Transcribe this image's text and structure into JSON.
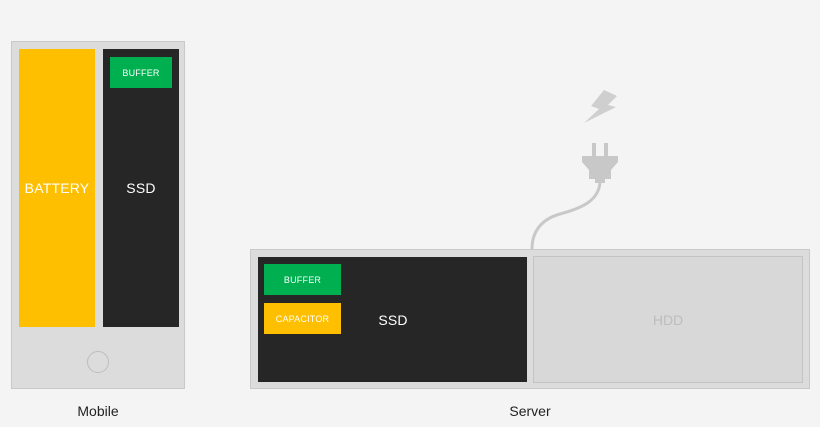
{
  "mobile": {
    "battery_label": "BATTERY",
    "ssd_label": "SSD",
    "buffer_label": "BUFFER",
    "caption": "Mobile"
  },
  "server": {
    "buffer_label": "BUFFER",
    "capacitor_label": "CAPACITOR",
    "ssd_label": "SSD",
    "hdd_label": "HDD",
    "caption": "Server"
  },
  "icons": [
    "lightning-bolt-icon",
    "power-plug-icon"
  ],
  "colors": {
    "battery": "#fdbf00",
    "capacitor": "#fdbf00",
    "buffer": "#00b050",
    "ssd": "#262626",
    "device_frame": "#dcdcdc",
    "hdd": "#d8d8d8",
    "background": "#f4f4f4"
  }
}
